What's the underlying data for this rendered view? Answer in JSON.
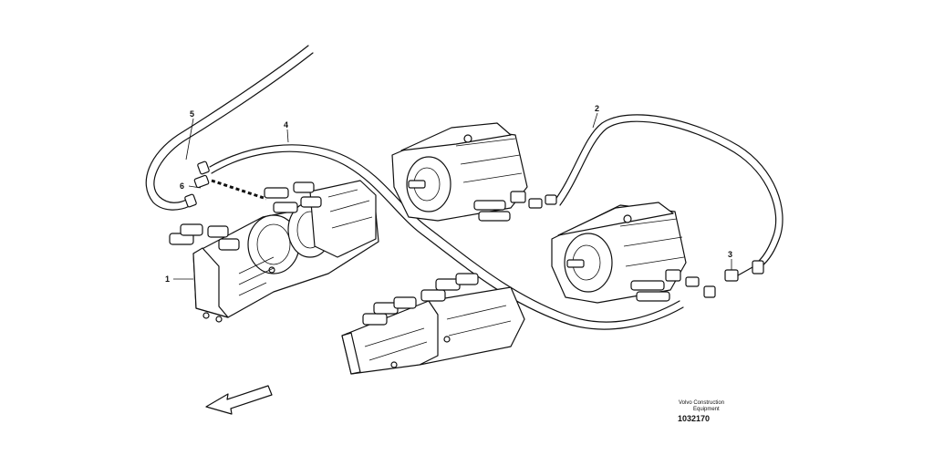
{
  "callouts": [
    {
      "id": "1",
      "text": "1"
    },
    {
      "id": "2",
      "text": "2"
    },
    {
      "id": "3",
      "text": "3"
    },
    {
      "id": "4",
      "text": "4"
    },
    {
      "id": "5",
      "text": "5"
    },
    {
      "id": "6",
      "text": "6"
    }
  ],
  "stamp": {
    "line1": "Volvo Construction",
    "line2": "Equipment",
    "doc_number": "1032170"
  }
}
